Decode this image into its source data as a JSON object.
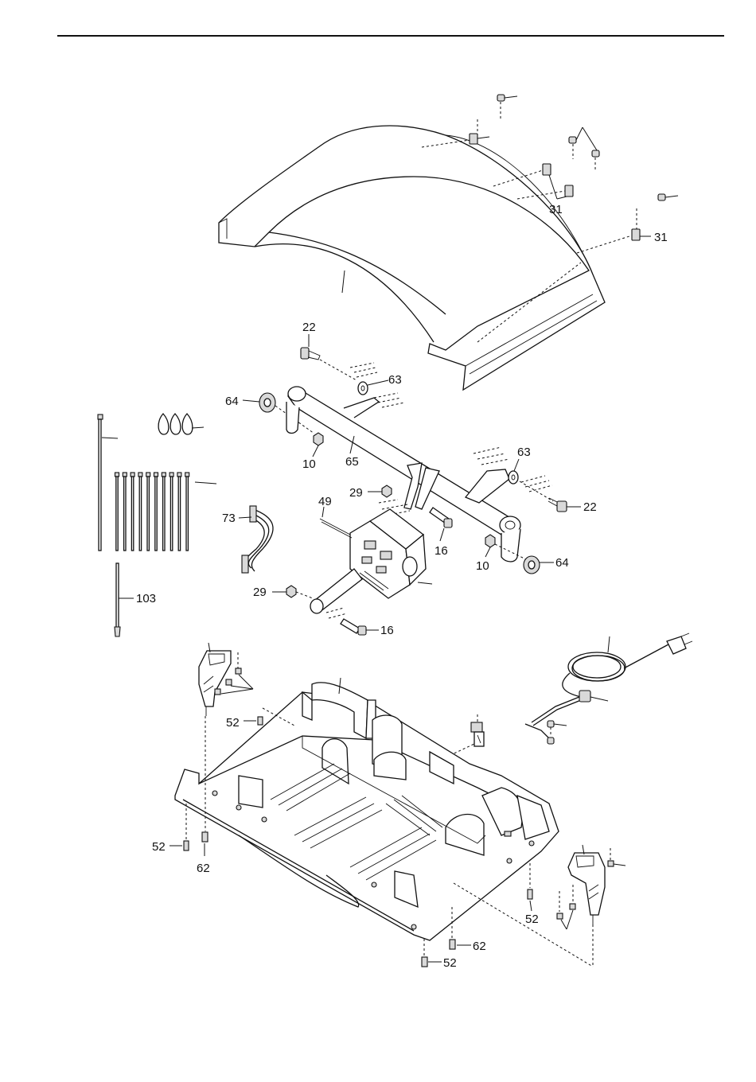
{
  "callouts": {
    "c31a": "31",
    "c31b": "31",
    "c22a": "22",
    "c63a": "63",
    "c64a": "64",
    "c10a": "10",
    "c65": "65",
    "c63b": "63",
    "c29a": "29",
    "c49": "49",
    "c73": "73",
    "c16a": "16",
    "c22b": "22",
    "c10b": "10",
    "c64b": "64",
    "c29b": "29",
    "c16b": "16",
    "c103": "103",
    "c52a": "52",
    "c52b": "52",
    "c62a": "62",
    "c52c": "52",
    "c62b": "62",
    "c52d": "52"
  }
}
